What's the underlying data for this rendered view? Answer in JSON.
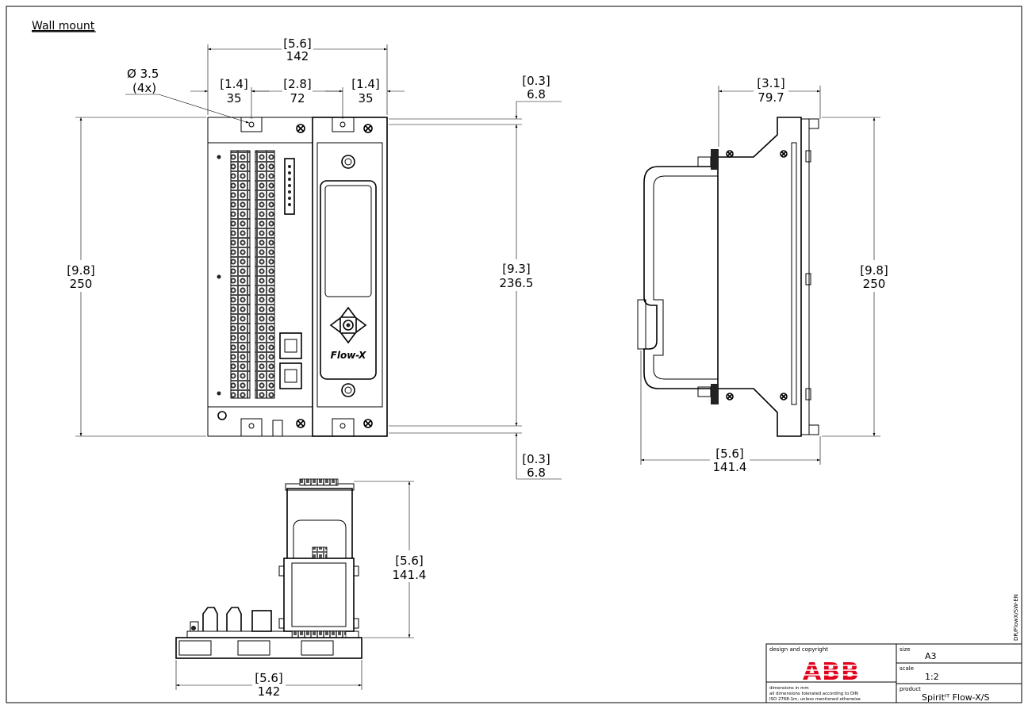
{
  "sheet_title": "Wall mount",
  "front_view": {
    "hole_diameter": "Ø 3.5",
    "hole_count": "(4x)",
    "width": {
      "in": "[5.6]",
      "mm": "142"
    },
    "pitch_left": {
      "in": "[1.4]",
      "mm": "35"
    },
    "pitch_mid": {
      "in": "[2.8]",
      "mm": "72"
    },
    "pitch_right": {
      "in": "[1.4]",
      "mm": "35"
    },
    "top_offset": {
      "in": "[0.3]",
      "mm": "6.8"
    },
    "bottom_offset": {
      "in": "[0.3]",
      "mm": "6.8"
    },
    "height": {
      "in": "[9.8]",
      "mm": "250"
    },
    "hole_height": {
      "in": "[9.3]",
      "mm": "236.5"
    },
    "display_logo": "Flow-X"
  },
  "side_view": {
    "depth_top": {
      "in": "[3.1]",
      "mm": "79.7"
    },
    "depth_bottom": {
      "in": "[5.6]",
      "mm": "141.4"
    },
    "height": {
      "in": "[9.8]",
      "mm": "250"
    }
  },
  "bottom_view": {
    "height": {
      "in": "[5.6]",
      "mm": "141.4"
    },
    "width": {
      "in": "[5.6]",
      "mm": "142"
    }
  },
  "title_block": {
    "design_label": "design and copyright",
    "logo": "ABB",
    "note_line1": "dimensions in mm",
    "note_line2": "all dimensions tolerated according to DIN",
    "note_line3": "ISO 2768-1m, unless mentioned otherwise",
    "size_label": "size",
    "size_value": "A3",
    "scale_label": "scale",
    "scale_value": "1:2",
    "product_label": "product",
    "product_value": "Spiritᴵᵀ Flow-X/S"
  },
  "drawing_code": "DR/FlowX/SW-EN"
}
